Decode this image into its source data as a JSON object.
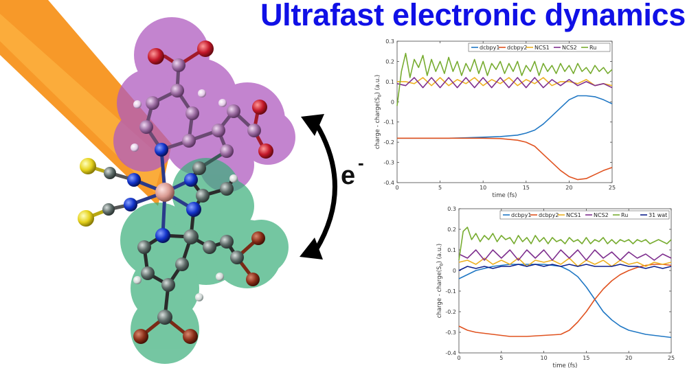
{
  "title": "Ultrafast electronic dynamics",
  "transfer_label": "e",
  "transfer_label_sup": "-",
  "colors": {
    "title": "#1010e6",
    "dcbpy1": "#1f77c4",
    "dcbpy2": "#e0521f",
    "NCS1": "#edb021",
    "NCS2": "#7e2f8e",
    "Ru": "#77ac30",
    "31 wat": "#0c1f8c",
    "beam": "#f79a1e",
    "top_ligand": "#b05bbf",
    "bottom_ligand": "#3aae7a"
  },
  "chart_data": [
    {
      "type": "line",
      "xlabel": "time (fs)",
      "ylabel": "charge - charge(S",
      "ylabel_sub": "0",
      "ylabel_end": ") (a.u.)",
      "xlim": [
        0,
        25
      ],
      "ylim": [
        -0.4,
        0.3
      ],
      "xticks": [
        "0",
        "5",
        "10",
        "15",
        "20",
        "25"
      ],
      "yticks": [
        "0.3",
        "0.2",
        "0.1",
        "0",
        "-0.1",
        "-0.2",
        "-0.3",
        "-0.4"
      ],
      "legend_position": "top-right",
      "series": [
        {
          "name": "dcbpy1",
          "x": [
            0,
            2,
            4,
            6,
            8,
            10,
            12,
            14,
            15,
            16,
            17,
            18,
            19,
            20,
            21,
            22,
            23,
            24,
            25
          ],
          "y": [
            -0.18,
            -0.18,
            -0.18,
            -0.18,
            -0.178,
            -0.175,
            -0.172,
            -0.165,
            -0.155,
            -0.14,
            -0.11,
            -0.07,
            -0.03,
            0.01,
            0.03,
            0.03,
            0.025,
            0.01,
            -0.01
          ]
        },
        {
          "name": "dcbpy2",
          "x": [
            0,
            2,
            4,
            6,
            8,
            10,
            12,
            14,
            15,
            16,
            17,
            18,
            19,
            20,
            21,
            22,
            23,
            24,
            25
          ],
          "y": [
            -0.18,
            -0.18,
            -0.18,
            -0.18,
            -0.18,
            -0.18,
            -0.182,
            -0.19,
            -0.2,
            -0.22,
            -0.26,
            -0.3,
            -0.34,
            -0.37,
            -0.385,
            -0.38,
            -0.36,
            -0.34,
            -0.325
          ]
        },
        {
          "name": "NCS1",
          "x": [
            0,
            1,
            2,
            3,
            4,
            5,
            6,
            7,
            8,
            9,
            10,
            11,
            12,
            13,
            14,
            15,
            16,
            17,
            18,
            19,
            20,
            21,
            22,
            23,
            24,
            25
          ],
          "y": [
            0.1,
            0.1,
            0.09,
            0.12,
            0.08,
            0.12,
            0.08,
            0.11,
            0.09,
            0.12,
            0.08,
            0.11,
            0.09,
            0.12,
            0.08,
            0.11,
            0.09,
            0.12,
            0.08,
            0.1,
            0.1,
            0.09,
            0.11,
            0.08,
            0.09,
            0.08
          ]
        },
        {
          "name": "NCS2",
          "x": [
            0,
            1,
            2,
            3,
            4,
            5,
            6,
            7,
            8,
            9,
            10,
            11,
            12,
            13,
            14,
            15,
            16,
            17,
            18,
            19,
            20,
            21,
            22,
            23,
            24,
            25
          ],
          "y": [
            0.09,
            0.08,
            0.12,
            0.07,
            0.12,
            0.07,
            0.12,
            0.07,
            0.12,
            0.07,
            0.12,
            0.07,
            0.12,
            0.07,
            0.12,
            0.07,
            0.12,
            0.07,
            0.11,
            0.08,
            0.11,
            0.08,
            0.1,
            0.08,
            0.09,
            0.07
          ]
        },
        {
          "name": "Ru",
          "x": [
            0,
            0.5,
            1,
            1.5,
            2,
            2.5,
            3,
            3.5,
            4,
            4.5,
            5,
            5.5,
            6,
            6.5,
            7,
            7.5,
            8,
            8.5,
            9,
            9.5,
            10,
            10.5,
            11,
            11.5,
            12,
            12.5,
            13,
            13.5,
            14,
            14.5,
            15,
            15.5,
            16,
            16.5,
            17,
            17.5,
            18,
            18.5,
            19,
            19.5,
            20,
            20.5,
            21,
            21.5,
            22,
            22.5,
            23,
            23.5,
            24,
            24.5,
            25
          ],
          "y": [
            -0.02,
            0.15,
            0.24,
            0.12,
            0.21,
            0.17,
            0.23,
            0.13,
            0.21,
            0.15,
            0.2,
            0.14,
            0.22,
            0.15,
            0.2,
            0.13,
            0.19,
            0.15,
            0.21,
            0.14,
            0.2,
            0.13,
            0.19,
            0.16,
            0.2,
            0.14,
            0.19,
            0.15,
            0.2,
            0.13,
            0.18,
            0.15,
            0.2,
            0.13,
            0.19,
            0.15,
            0.18,
            0.14,
            0.19,
            0.15,
            0.18,
            0.14,
            0.19,
            0.15,
            0.17,
            0.14,
            0.18,
            0.15,
            0.17,
            0.14,
            0.16
          ]
        }
      ]
    },
    {
      "type": "line",
      "xlabel": "time (fs)",
      "ylabel": "charge - charge(S",
      "ylabel_sub": "0",
      "ylabel_end": ") (a.u.)",
      "xlim": [
        0,
        25
      ],
      "ylim": [
        -0.4,
        0.3
      ],
      "xticks": [
        "0",
        "5",
        "10",
        "15",
        "20",
        "25"
      ],
      "yticks": [
        "0.3",
        "0.2",
        "0.1",
        "0",
        "-0.1",
        "-0.2",
        "-0.3",
        "-0.4"
      ],
      "legend_position": "top-right",
      "series": [
        {
          "name": "dcbpy1",
          "x": [
            0,
            1,
            2,
            4,
            6,
            8,
            10,
            12,
            13,
            14,
            15,
            16,
            17,
            18,
            19,
            20,
            21,
            22,
            23,
            24,
            25
          ],
          "y": [
            -0.04,
            -0.02,
            0,
            0.02,
            0.03,
            0.03,
            0.03,
            0.02,
            0,
            -0.03,
            -0.08,
            -0.14,
            -0.2,
            -0.24,
            -0.27,
            -0.29,
            -0.3,
            -0.31,
            -0.315,
            -0.32,
            -0.325
          ]
        },
        {
          "name": "dcbpy2",
          "x": [
            0,
            1,
            2,
            4,
            6,
            8,
            10,
            12,
            13,
            14,
            15,
            16,
            17,
            18,
            19,
            20,
            21,
            22,
            23,
            24,
            25
          ],
          "y": [
            -0.27,
            -0.29,
            -0.3,
            -0.31,
            -0.32,
            -0.32,
            -0.315,
            -0.31,
            -0.29,
            -0.25,
            -0.2,
            -0.14,
            -0.09,
            -0.05,
            -0.02,
            0,
            0.015,
            0.025,
            0.03,
            0.03,
            0.025
          ]
        },
        {
          "name": "NCS1",
          "x": [
            0,
            1,
            2,
            3,
            4,
            5,
            6,
            7,
            8,
            9,
            10,
            11,
            12,
            13,
            14,
            15,
            16,
            17,
            18,
            19,
            20,
            21,
            22,
            23,
            24,
            25
          ],
          "y": [
            0.04,
            0.05,
            0.03,
            0.06,
            0.03,
            0.05,
            0.03,
            0.06,
            0.02,
            0.05,
            0.04,
            0.05,
            0.03,
            0.06,
            0.02,
            0.05,
            0.03,
            0.05,
            0.02,
            0.05,
            0.03,
            0.04,
            0.02,
            0.04,
            0.03,
            0.04
          ]
        },
        {
          "name": "NCS2",
          "x": [
            0,
            1,
            2,
            3,
            4,
            5,
            6,
            7,
            8,
            9,
            10,
            11,
            12,
            13,
            14,
            15,
            16,
            17,
            18,
            19,
            20,
            21,
            22,
            23,
            24,
            25
          ],
          "y": [
            0.08,
            0.06,
            0.1,
            0.05,
            0.1,
            0.06,
            0.1,
            0.05,
            0.1,
            0.06,
            0.1,
            0.05,
            0.1,
            0.06,
            0.1,
            0.05,
            0.1,
            0.06,
            0.09,
            0.05,
            0.09,
            0.06,
            0.08,
            0.05,
            0.08,
            0.06
          ]
        },
        {
          "name": "Ru",
          "x": [
            0,
            0.5,
            1,
            1.5,
            2,
            2.5,
            3,
            3.5,
            4,
            4.5,
            5,
            5.5,
            6,
            6.5,
            7,
            7.5,
            8,
            8.5,
            9,
            9.5,
            10,
            10.5,
            11,
            11.5,
            12,
            12.5,
            13,
            13.5,
            14,
            14.5,
            15,
            15.5,
            16,
            16.5,
            17,
            17.5,
            18,
            18.5,
            19,
            19.5,
            20,
            20.5,
            21,
            21.5,
            22,
            22.5,
            23,
            23.5,
            24,
            24.5,
            25
          ],
          "y": [
            0.05,
            0.19,
            0.21,
            0.15,
            0.18,
            0.14,
            0.17,
            0.15,
            0.18,
            0.14,
            0.17,
            0.15,
            0.16,
            0.13,
            0.17,
            0.14,
            0.16,
            0.13,
            0.17,
            0.14,
            0.16,
            0.13,
            0.16,
            0.14,
            0.15,
            0.13,
            0.16,
            0.14,
            0.15,
            0.13,
            0.16,
            0.13,
            0.15,
            0.14,
            0.16,
            0.13,
            0.15,
            0.13,
            0.15,
            0.14,
            0.15,
            0.13,
            0.15,
            0.14,
            0.15,
            0.13,
            0.14,
            0.15,
            0.14,
            0.13,
            0.15
          ]
        },
        {
          "name": "31 wat",
          "x": [
            0,
            1,
            2,
            3,
            4,
            5,
            6,
            7,
            8,
            9,
            10,
            11,
            12,
            13,
            14,
            15,
            16,
            17,
            18,
            19,
            20,
            21,
            22,
            23,
            24,
            25
          ],
          "y": [
            0.0,
            0.02,
            0.01,
            0.02,
            0.01,
            0.02,
            0.02,
            0.03,
            0.02,
            0.03,
            0.02,
            0.03,
            0.02,
            0.03,
            0.02,
            0.03,
            0.02,
            0.02,
            0.02,
            0.03,
            0.02,
            0.02,
            0.01,
            0.02,
            0.01,
            0.02
          ]
        }
      ]
    }
  ]
}
